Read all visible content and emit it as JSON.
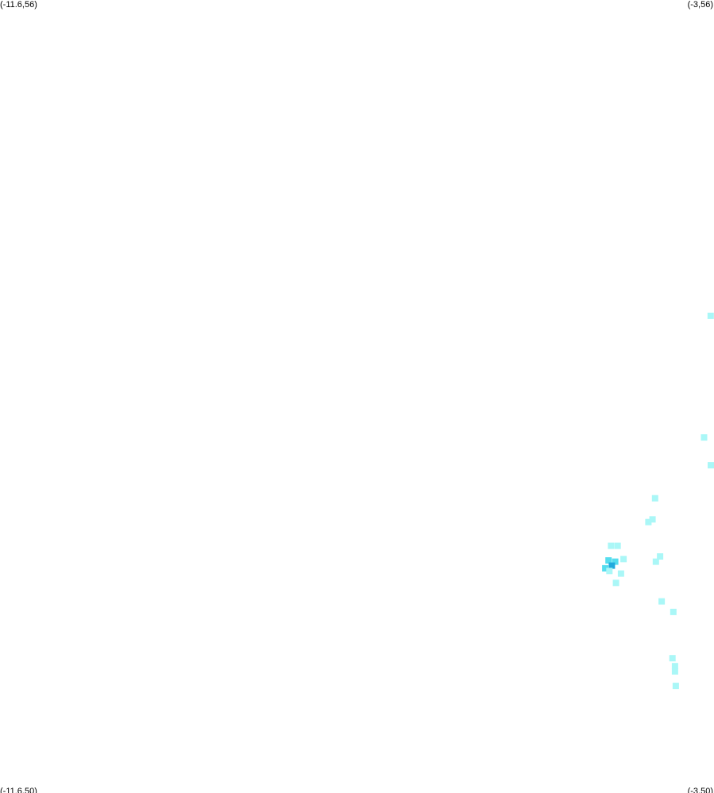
{
  "corners": {
    "top_left": "(-11.6,56)",
    "top_right": "(-3,56)",
    "bottom_left": "(-11.6,50)",
    "bottom_right": "(-3,50)"
  },
  "extent": {
    "lon_min": -11.6,
    "lon_max": -3,
    "lat_min": 50,
    "lat_max": 56
  },
  "colors": {
    "background": "#ffffff",
    "density_low": "#aaf7f7",
    "density_mid": "#55ddee",
    "density_high": "#22aadd"
  },
  "density_cells": [
    {
      "lon": -3.04,
      "lat": 53.61,
      "level": 1
    },
    {
      "lon": -3.12,
      "lat": 52.69,
      "level": 1
    },
    {
      "lon": -3.03,
      "lat": 52.48,
      "level": 1
    },
    {
      "lon": -3.71,
      "lat": 52.23,
      "level": 1
    },
    {
      "lon": -3.74,
      "lat": 52.07,
      "level": 1
    },
    {
      "lon": -3.79,
      "lat": 52.05,
      "level": 1
    },
    {
      "lon": -4.16,
      "lat": 51.87,
      "level": 1
    },
    {
      "lon": -4.24,
      "lat": 51.87,
      "level": 1
    },
    {
      "lon": -4.09,
      "lat": 51.77,
      "level": 1
    },
    {
      "lon": -4.19,
      "lat": 51.75,
      "level": 2
    },
    {
      "lon": -4.27,
      "lat": 51.76,
      "level": 2
    },
    {
      "lon": -4.23,
      "lat": 51.72,
      "level": 3
    },
    {
      "lon": -4.31,
      "lat": 51.7,
      "level": 2
    },
    {
      "lon": -4.26,
      "lat": 51.68,
      "level": 1
    },
    {
      "lon": -4.12,
      "lat": 51.66,
      "level": 1
    },
    {
      "lon": -4.18,
      "lat": 51.59,
      "level": 1
    },
    {
      "lon": -3.65,
      "lat": 51.79,
      "level": 1
    },
    {
      "lon": -3.7,
      "lat": 51.75,
      "level": 1
    },
    {
      "lon": -3.63,
      "lat": 51.45,
      "level": 1
    },
    {
      "lon": -3.49,
      "lat": 51.37,
      "level": 1
    },
    {
      "lon": -3.5,
      "lat": 51.02,
      "level": 1
    },
    {
      "lon": -3.47,
      "lat": 50.96,
      "level": 1
    },
    {
      "lon": -3.47,
      "lat": 50.92,
      "level": 1
    },
    {
      "lon": -3.46,
      "lat": 50.81,
      "level": 1
    }
  ]
}
